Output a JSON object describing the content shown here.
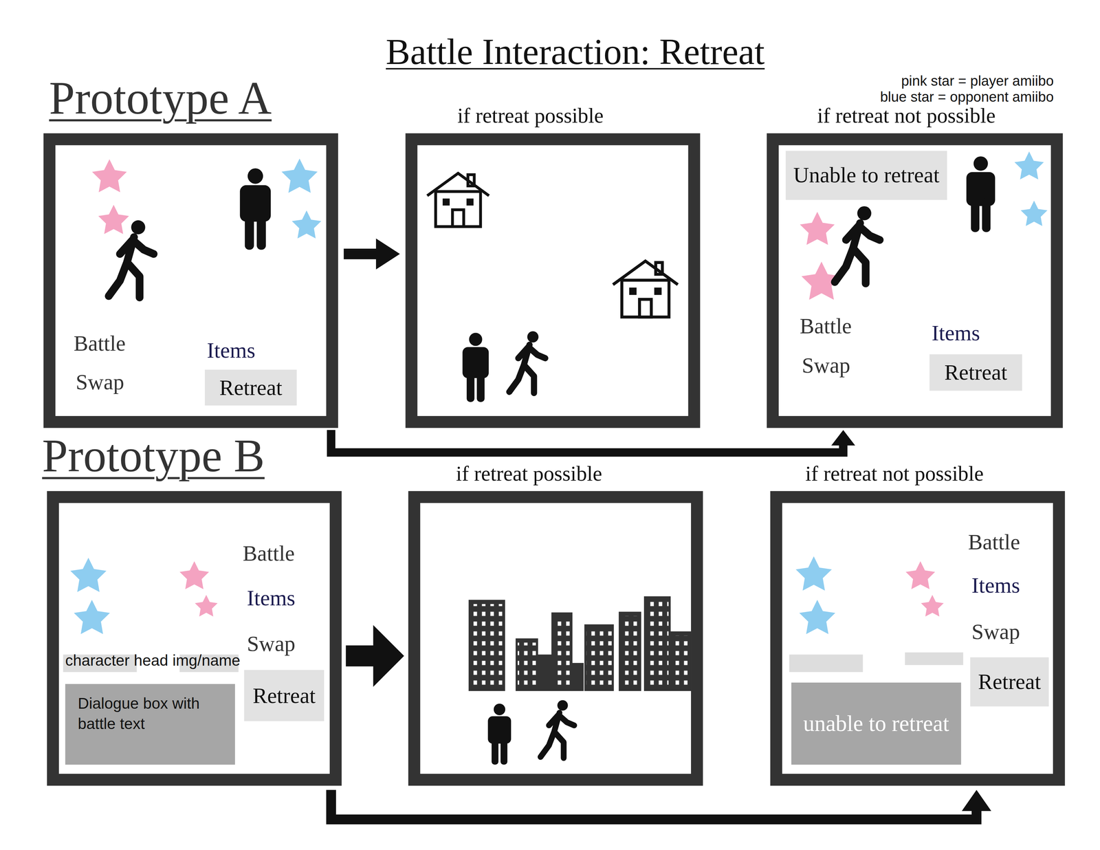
{
  "diagram": {
    "title": "Battle Interaction: Retreat",
    "nodes": [
      {
        "text": [
          "Battle",
          "Swap",
          "Items"
        ]
      },
      {
        "text": [
          "Retreat"
        ],
        "in": 0
      },
      {
        "text": [
          "if retreat possible"
        ]
      },
      {
        "text": [
          "if retreat not possible",
          "Battle",
          "Swap",
          "Items"
        ]
      },
      {
        "text": [
          "Unable to retreat"
        ],
        "in": 3
      },
      {
        "text": [
          "Retreat"
        ],
        "in": 3
      },
      {
        "text": [
          "Battle",
          "Items",
          "Swap",
          "character head img/name"
        ]
      },
      {
        "text": [
          "Retreat"
        ],
        "in": 6
      },
      {
        "text": [
          "Dialogue box with battle text"
        ],
        "in": 6
      },
      {
        "text": [
          "if retreat possible"
        ]
      },
      {
        "text": [
          "if retreat not possible",
          "Battle",
          "Items",
          "Swap"
        ]
      },
      {
        "text": [
          "Retreat"
        ],
        "in": 10
      },
      {
        "text": [
          "unable to retreat"
        ],
        "in": 10
      }
    ],
    "edges": [
      {
        "from": 0,
        "to": 2,
        "arrow": "to"
      },
      {
        "from": 0,
        "to": 3,
        "arrow": "to"
      },
      {
        "from": 6,
        "to": 9,
        "arrow": "to"
      },
      {
        "from": 6,
        "to": 10,
        "arrow": "to"
      }
    ],
    "labels": [
      "Prototype A",
      "Prototype B",
      "pink star = player amiibo",
      "blue star = opponent amiibo"
    ]
  }
}
